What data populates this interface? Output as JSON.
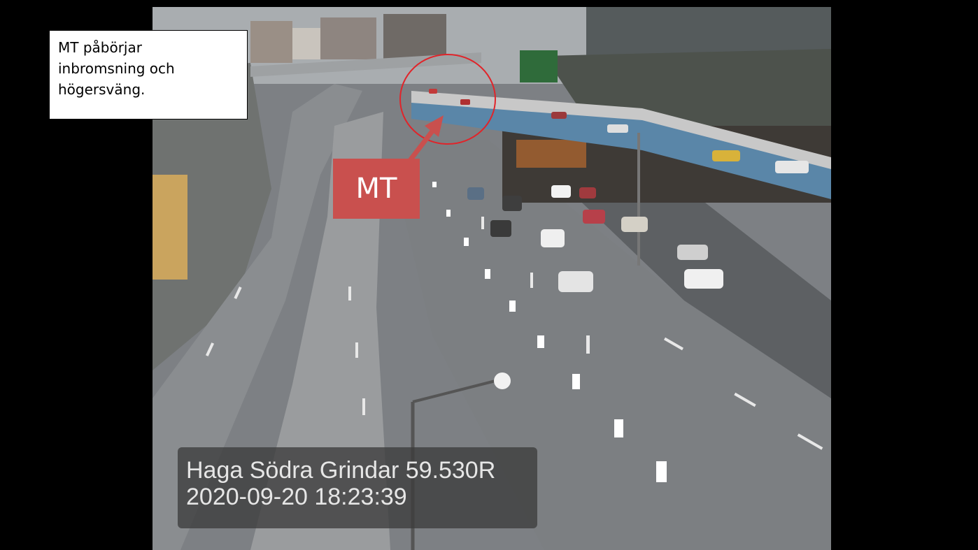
{
  "annotation": {
    "caption_lines": [
      "MT påbörjar",
      "inbromsning och",
      "högersväng."
    ],
    "marker_label": "MT",
    "marker_color": "#c9504e",
    "circle_color": "#e0242a"
  },
  "overlay": {
    "location": "Haga Södra Grindar 59.530R",
    "timestamp": "2020-09-20 18:23:39"
  }
}
